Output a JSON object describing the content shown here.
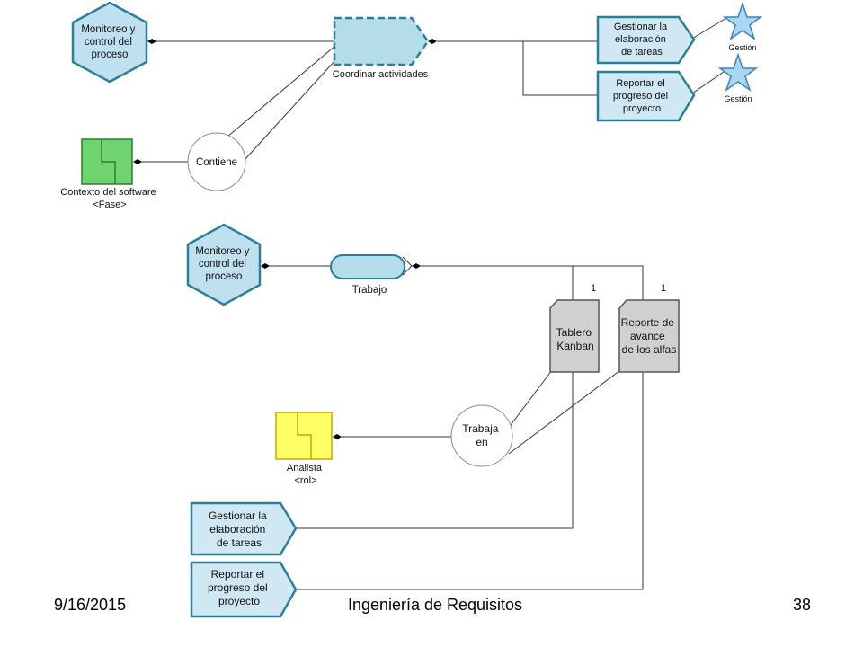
{
  "diagram": {
    "top": {
      "hexagon": [
        "Monitoreo y",
        "control del",
        "proceso"
      ],
      "activity_label": "Coordinar actividades",
      "tasks": [
        {
          "lines": [
            "Gestionar la",
            "elaboración",
            "de tareas"
          ],
          "star_label": "Gestión"
        },
        {
          "lines": [
            "Reportar el",
            "progreso del",
            "proyecto"
          ],
          "star_label": "Gestión"
        }
      ],
      "phase_label": "Contexto del software",
      "phase_stereotype": "<Fase>",
      "contains_circle": "Contiene",
      "colors": {
        "phase_fill": "#6fd46f",
        "activity_fill": "#b5dce9"
      }
    },
    "bottom": {
      "hexagon": [
        "Monitoreo y",
        "control del",
        "proceso"
      ],
      "work_label": "Trabajo",
      "multiplicity_1": "1",
      "multiplicity_2": "1",
      "doc1": [
        "Tablero",
        "Kanban"
      ],
      "doc2": [
        "Reporte de",
        "avance",
        "de los alfas"
      ],
      "role_label": "Analista",
      "role_stereotype": "<rol>",
      "works_in_circle": [
        "Trabaja",
        "en"
      ],
      "tasks": [
        {
          "lines": [
            "Gestionar la",
            "elaboración",
            "de tareas"
          ]
        },
        {
          "lines": [
            "Reportar el",
            "progreso del",
            "proyecto"
          ]
        }
      ],
      "colors": {
        "role_fill": "#ffff66"
      }
    }
  },
  "footer": {
    "date": "9/16/2015",
    "title": "Ingeniería de Requisitos",
    "page": "38"
  }
}
